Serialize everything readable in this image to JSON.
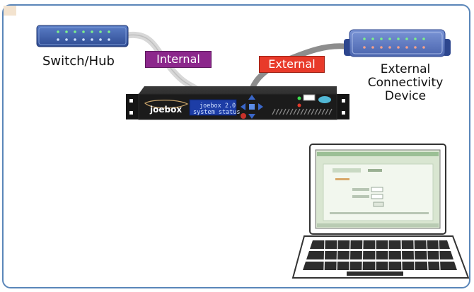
{
  "labels": {
    "switch_hub": "Switch/Hub",
    "internal": "Internal",
    "external": "External",
    "external_device": [
      "External",
      "Connectivity",
      "Device"
    ]
  },
  "appliance": {
    "logo": "joebox",
    "screen_line_1": "joebox 2.0",
    "screen_line_2": "system status"
  },
  "colors": {
    "border": "#5a86b9",
    "internal_tag": "#8c278c",
    "external_tag": "#e83a2a",
    "switch_body": "#3a5da8",
    "device_body": "#5b79c2",
    "chassis": "#1c1c1c"
  }
}
